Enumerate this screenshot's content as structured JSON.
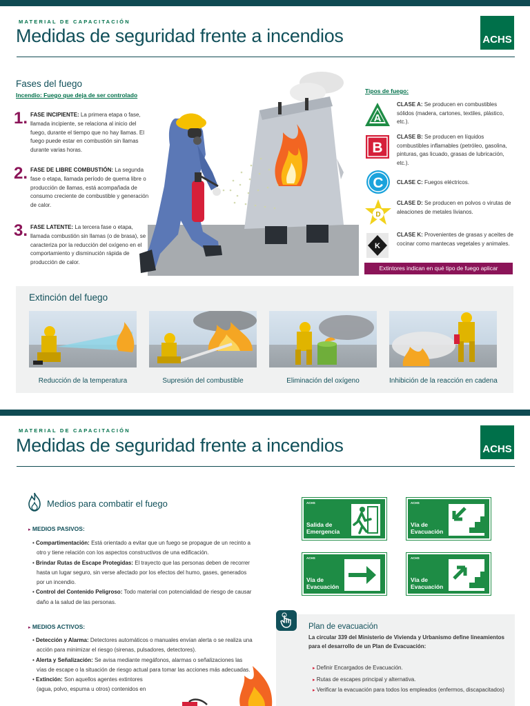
{
  "page1": {
    "kicker": "MATERIAL DE CAPACITACIÓN",
    "title": "Medidas de seguridad frente a incendios",
    "logo": "ACHS",
    "phases": {
      "heading": "Fases del fuego",
      "subheading": "Incendio: Fuego que deja de ser controlado",
      "items": [
        {
          "num": "1.",
          "bold": "FASE INCIPIENTE:",
          "text": "La primera etapa o fase, llamada incipiente, se relaciona al inicio del fuego, durante el tiempo que no hay llamas. El fuego puede estar en combustión sin llamas durante varias horas."
        },
        {
          "num": "2.",
          "bold": "FASE DE LIBRE COMBUSTIÓN:",
          "text": "La segunda fase o etapa, llamada período de quema libre o producción de llamas, está acompañada de consumo creciente de combustible y generación de calor."
        },
        {
          "num": "3.",
          "bold": "FASE LATENTE:",
          "text": "La tercera fase o etapa, llamada combustión sin llamas (o de brasa), se caracteriza por la reducción del oxígeno en el comportamiento y disminución rápida de producción de calor."
        }
      ]
    },
    "fire_types": {
      "heading": "Tipos de fuego:",
      "classes": [
        {
          "letter": "A",
          "bold": "CLASE A:",
          "text": "Se producen en combustibles sólidos (madera, cartones, textiles, plástico, etc.).",
          "color": "#1e8c45",
          "shape": "triangle"
        },
        {
          "letter": "B",
          "bold": "CLASE B:",
          "text": "Se producen en líquidos combustibles inflamables (petróleo, gasolina, pinturas, gas licuado, grasas de lubricación, etc.).",
          "color": "#d6203a",
          "shape": "square"
        },
        {
          "letter": "C",
          "bold": "CLASE C:",
          "text": "Fuegos eléctricos.",
          "color": "#1ba3dc",
          "shape": "circle"
        },
        {
          "letter": "D",
          "bold": "CLASE D:",
          "text": "Se producen en polvos o virutas de aleaciones de metales livianos.",
          "color": "#f2d21b",
          "shape": "star"
        },
        {
          "letter": "K",
          "bold": "CLASE K:",
          "text": "Provenientes de grasas y aceites de cocinar como mantecas vegetales y animales.",
          "color": "#1a1a1a",
          "shape": "diamond"
        }
      ],
      "note": "Extintores indican en qué tipo de fuego aplicar"
    },
    "extinction": {
      "heading": "Extinción del fuego",
      "captions": [
        "Reducción de la temperatura",
        "Supresión del combustible",
        "Eliminación del oxígeno",
        "Inhibición de la reacción en cadena"
      ]
    }
  },
  "page2": {
    "kicker": "MATERIAL DE CAPACITACIÓN",
    "title": "Medidas de seguridad frente a incendios",
    "logo": "ACHS",
    "means": {
      "heading": "Medios para combatir el fuego",
      "passive_heading": "MEDIOS PASIVOS:",
      "passive": [
        {
          "bold": "Compartimentación:",
          "text": "Está orientado a evitar que un fuego se propague de un recinto a otro y tiene relación con los aspectos constructivos de una edificación."
        },
        {
          "bold": "Brindar Rutas de Escape Protegidas:",
          "text": "El trayecto que las personas deben de recorrer hasta un lugar seguro, sin verse afectado por los efectos del humo, gases, generados por un incendio."
        },
        {
          "bold": "Control del Contenido Peligroso:",
          "text": "Todo material con potencialidad de riesgo de causar daño a la salud de las personas."
        }
      ],
      "active_heading": "MEDIOS ACTIVOS:",
      "active": [
        {
          "bold": "Detección y Alarma:",
          "text": "Detectores automáticos o manuales envían alerta o se realiza una acción para minimizar el riesgo (sirenas, pulsadores, detectores)."
        },
        {
          "bold": "Alerta y Señalización:",
          "text": "Se avisa mediante megáfonos, alarmas o señalizaciones las vías de escape o la situación de riesgo actual para tomar las acciones más adecuadas."
        },
        {
          "bold": "Extinción:",
          "text": "Son aquellos agentes extintores (agua, polvo, espuma u otros) contenidos en"
        }
      ]
    },
    "signs": [
      {
        "achs": "ACHS",
        "line1": "Salida de",
        "line2": "Emergencia",
        "icon": "running-exit-icon"
      },
      {
        "achs": "ACHS",
        "line1": "Vía de",
        "line2": "Evacuación",
        "icon": "arrow-down-left-stairs-icon"
      },
      {
        "achs": "ACHS",
        "line1": "Vía de",
        "line2": "Evacuación",
        "icon": "arrow-right-icon"
      },
      {
        "achs": "ACHS",
        "line1": "Vía de",
        "line2": "Evacuación",
        "icon": "arrow-up-right-stairs-icon"
      }
    ],
    "plan": {
      "heading": "Plan de evacuación",
      "intro": "La circular 339 del Ministerio de Vivienda y Urbanismo define lineamientos para el desarrollo de un Plan de Evacuación:",
      "items": [
        "Definir Encargados de Evacuación.",
        "Rutas de escapes principal y alternativa.",
        "Verificar la evacuación para todos los empleados (enfermos, discapacitados)"
      ]
    }
  }
}
